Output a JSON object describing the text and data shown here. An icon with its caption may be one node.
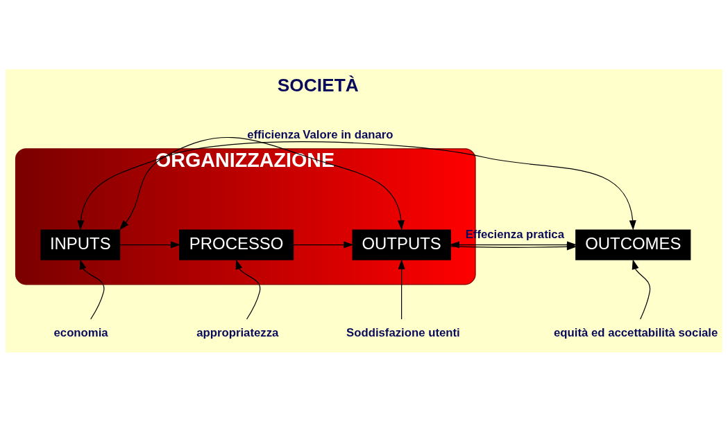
{
  "diagram": {
    "nodes": [
      {
        "text": [
          "ORGANIZZAZIONE"
        ]
      },
      {
        "text": [
          "INPUTS"
        ],
        "in": 0
      },
      {
        "text": [
          "PROCESSO"
        ],
        "in": 0
      },
      {
        "text": [
          "OUTPUTS"
        ],
        "in": 0
      },
      {
        "text": [
          "OUTCOMES"
        ]
      },
      {
        "text": [
          "appropriatezza"
        ]
      },
      {
        "text": [
          "economia"
        ]
      },
      {
        "text": [
          "Soddisfazione utenti"
        ]
      },
      {
        "text": [
          "equità ed accettabilità sociale"
        ]
      }
    ],
    "edges": [
      {
        "from": 1,
        "to": 2,
        "arrow": "to"
      },
      {
        "from": 2,
        "to": 3,
        "arrow": "to"
      },
      {
        "from": 3,
        "to": 4,
        "arrow": "to"
      },
      {
        "from": 6,
        "to": 1,
        "arrow": "to"
      },
      {
        "from": 5,
        "to": 2,
        "arrow": "to"
      },
      {
        "from": 1,
        "to": 3,
        "arrow": "both",
        "label": "efficienza"
      },
      {
        "from": 7,
        "to": 3,
        "arrow": "to"
      },
      {
        "from": 3,
        "to": 4,
        "arrow": "both",
        "label": "Effecienza pratica"
      },
      {
        "from": 1,
        "to": 4,
        "arrow": "both",
        "label": "Valore in danaro"
      },
      {
        "from": 8,
        "to": 4,
        "arrow": "to"
      }
    ],
    "labels": [
      "SOCIETÀ"
    ]
  }
}
